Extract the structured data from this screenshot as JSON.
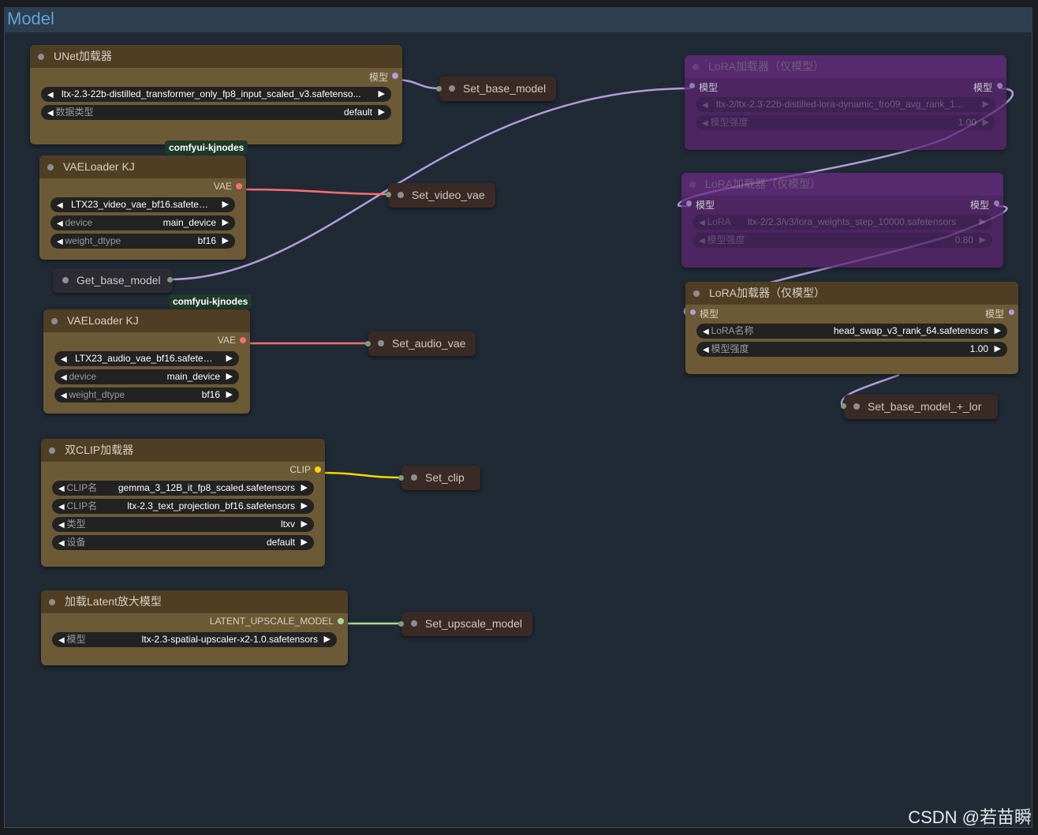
{
  "group": {
    "title": "Model"
  },
  "colors": {
    "model": "#b39ddb",
    "vae": "#ff6e6e",
    "clip": "#ffd500",
    "upscale": "#a9d899",
    "set_in": "#7d9c7d"
  },
  "nodes": {
    "unet": {
      "title": "UNet加载器",
      "output": "模型",
      "widgets": [
        {
          "label": "",
          "value": "ltx-2.3-22b-distilled_transformer_only_fp8_input_scaled_v3.safetenso..."
        },
        {
          "label": "数据类型",
          "value": "default"
        }
      ]
    },
    "vae_video": {
      "tag": "comfyui-kjnodes",
      "title": "VAELoader KJ",
      "output": "VAE",
      "widgets": [
        {
          "label": "",
          "value": "LTX23_video_vae_bf16.safeten ..."
        },
        {
          "label": "device",
          "value": "main_device"
        },
        {
          "label": "weight_dtype",
          "value": "bf16"
        }
      ]
    },
    "vae_audio": {
      "tag": "comfyui-kjnodes",
      "title": "VAELoader KJ",
      "output": "VAE",
      "widgets": [
        {
          "label": "",
          "value": "LTX23_audio_vae_bf16.safeten ..."
        },
        {
          "label": "device",
          "value": "main_device"
        },
        {
          "label": "weight_dtype",
          "value": "bf16"
        }
      ]
    },
    "dual_clip": {
      "title": "双CLIP加载器",
      "output": "CLIP",
      "widgets": [
        {
          "label": "CLIP名",
          "value": "gemma_3_12B_it_fp8_scaled.safetensors"
        },
        {
          "label": "CLIP名",
          "value": "ltx-2.3_text_projection_bf16.safetensors"
        },
        {
          "label": "类型",
          "value": "ltxv"
        },
        {
          "label": "设备",
          "value": "default"
        }
      ]
    },
    "latent_upscale": {
      "title": "加载Latent放大模型",
      "output": "LATENT_UPSCALE_MODEL",
      "widgets": [
        {
          "label": "模型",
          "value": "ltx-2.3-spatial-upscaler-x2-1.0.safetensors"
        }
      ]
    },
    "lora1": {
      "title": "LoRA加载器（仅模型）",
      "input": "模型",
      "output": "模型",
      "widgets": [
        {
          "label": "",
          "value": "ltx-2/ltx-2.3-22b-distilled-lora-dynamic_fro09_avg_rank_1..."
        },
        {
          "label": "模型强度",
          "value": "1.00"
        }
      ]
    },
    "lora2": {
      "title": "LoRA加载器（仅模型）",
      "input": "模型",
      "output": "模型",
      "widgets": [
        {
          "label": "LoRA",
          "value": "ltx-2/2.3/v3/lora_weights_step_10000.safetensors"
        },
        {
          "label": "模型强度",
          "value": "0.80"
        }
      ]
    },
    "lora3": {
      "title": "LoRA加载器（仅模型）",
      "input": "模型",
      "output": "模型",
      "widgets": [
        {
          "label": "LoRA名称",
          "value": "head_swap_v3_rank_64.safetensors"
        },
        {
          "label": "模型强度",
          "value": "1.00"
        }
      ]
    }
  },
  "setnodes": {
    "set_base_model": "Set_base_model",
    "set_video_vae": "Set_video_vae",
    "get_base_model": "Get_base_model",
    "set_audio_vae": "Set_audio_vae",
    "set_clip": "Set_clip",
    "set_upscale_model": "Set_upscale_model",
    "set_base_model_lor": "Set_base_model_+_lor"
  },
  "watermark": "CSDN @若苗瞬"
}
